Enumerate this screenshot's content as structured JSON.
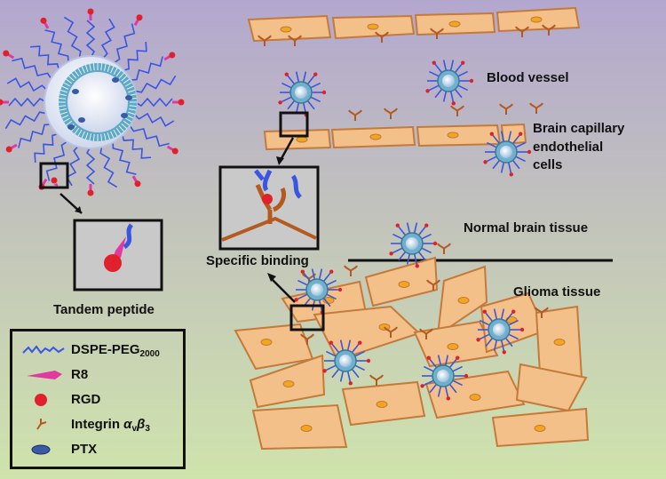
{
  "labels": {
    "blood_vessel": "Blood vessel",
    "brain_capillary_line1": "Brain capillary",
    "brain_capillary_line2": "endothelial",
    "brain_capillary_line3": "cells",
    "normal_brain_tissue": "Normal brain tissue",
    "specific_binding": "Specific binding",
    "glioma_tissue": "Glioma tissue",
    "tandem_peptide": "Tandem peptide"
  },
  "legend": {
    "dspe_peg_main": "DSPE-PEG",
    "dspe_peg_sub": "2000",
    "r8": "R8",
    "rgd": "RGD",
    "integrin_main": "Integrin ",
    "integrin_alpha": "α",
    "integrin_v": "v",
    "integrin_beta": "β",
    "integrin_3": "3",
    "ptx": "PTX"
  },
  "colors": {
    "background_top": "#b3a7cf",
    "background_bottom": "#cfe3ac",
    "cell_fill": "#f4c08a",
    "cell_stroke": "#c47a3a",
    "nucleus_fill": "#f2a51d",
    "peg_blue": "#3a55e0",
    "rgd_red": "#e0202a",
    "r8_magenta": "#e03aa0",
    "integrin_brown": "#b45a1e",
    "ptx_blue": "#3a5aa8"
  }
}
